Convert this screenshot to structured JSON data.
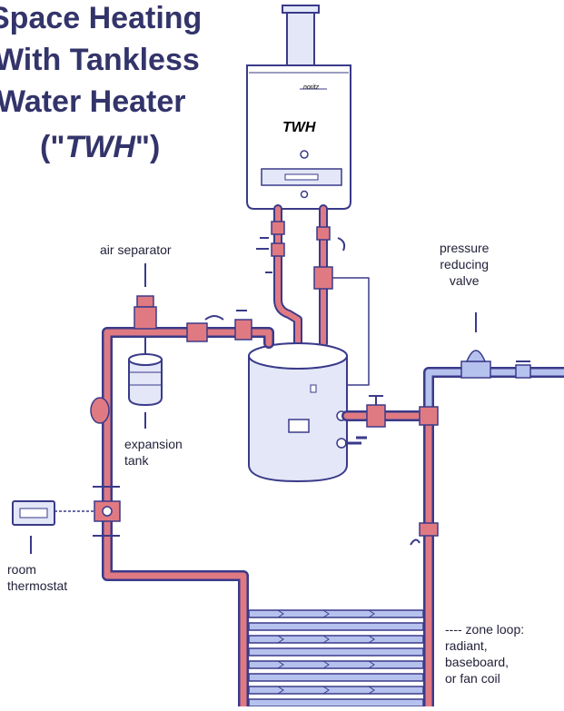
{
  "title": {
    "line1": "Space Heating",
    "line2": "With Tankless",
    "line3": "Water Heater",
    "line4_open": "(\"",
    "line4_abbr": "TWH",
    "line4_close": "\")"
  },
  "heater": {
    "label": "TWH",
    "brand": "noritz"
  },
  "labels": {
    "air_separator": "air separator",
    "expansion_tank": [
      "expansion",
      "tank"
    ],
    "room_thermostat": [
      "room",
      "thermostat"
    ],
    "pressure_reducing_valve": [
      "pressure",
      "reducing",
      "valve"
    ],
    "zone_loop": [
      "---- zone loop:",
      "radiant,",
      "baseboard,",
      "or fan coil"
    ]
  },
  "colors": {
    "title": "#33346a",
    "outline": "#3a3a8a",
    "pipe_supply": "#e07a82",
    "pipe_cold": "#7e8ed6",
    "pipe_fill": "#b6c2ee",
    "tank_fill": "#e3e7f7",
    "valve": "#b04848"
  }
}
